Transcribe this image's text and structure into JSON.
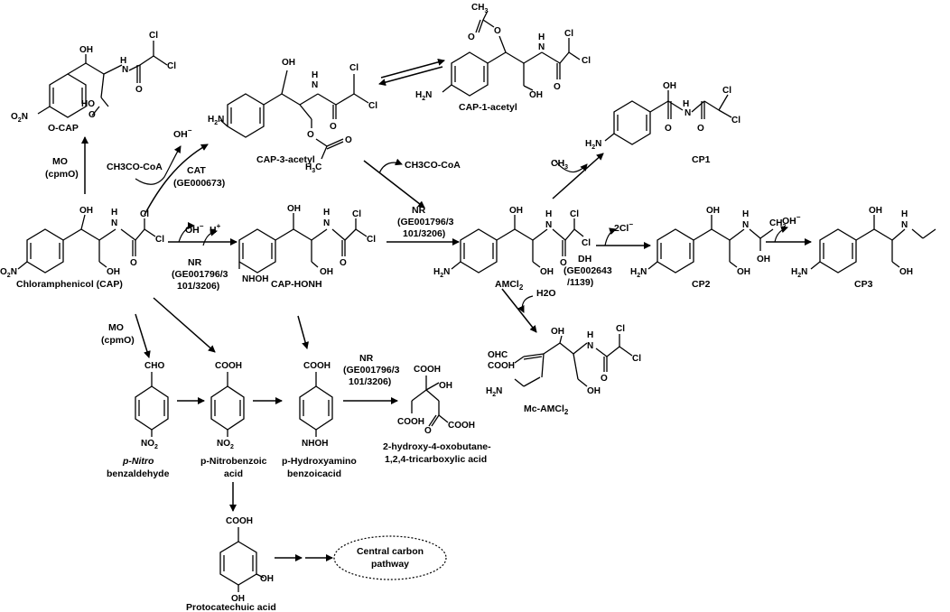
{
  "compounds": {
    "cap": "Chloramphenicol (CAP)",
    "ocap": "O-CAP",
    "cap3acetyl": "CAP-3-acetyl",
    "cap1acetyl": "CAP-1-acetyl",
    "caphonh": "CAP-HONH",
    "amcl2": "AMCl",
    "amcl2_sub": "2",
    "cp1": "CP1",
    "cp2": "CP2",
    "cp3": "CP3",
    "mcamcl2": "Mc-AMCl",
    "mcamcl2_sub": "2",
    "pnb_ald_1": "p-Nitro",
    "pnb_ald_2": "benzaldehyde",
    "pnba_1": "p-Nitrobenzoic",
    "pnba_2": "acid",
    "phba_1": "p-Hydroxyamino",
    "phba_2": "benzoicacid",
    "tca_1": "2-hydroxy-4-oxobutane-",
    "tca_2": "1,2,4-tricarboxylic acid",
    "pca": "Protocatechuic acid",
    "central": "Central carbon",
    "central2": "pathway"
  },
  "enzymes": {
    "mo": "MO",
    "cpmo": "(cpmO)",
    "cat": "CAT",
    "cat_id": "(GE000673)",
    "nr": "NR",
    "nr_id1": "(GE001796/3",
    "nr_id2": "101/3206)",
    "dh": "DH",
    "dh_id1": "(GE002643",
    "dh_id2": "/1139)"
  },
  "cofactors": {
    "acetylcoa": "CH3CO-CoA",
    "oh_minus": "OH",
    "h_plus": "H",
    "ch3": "CH",
    "two_cl": "2Cl",
    "h2o": "H2O"
  }
}
